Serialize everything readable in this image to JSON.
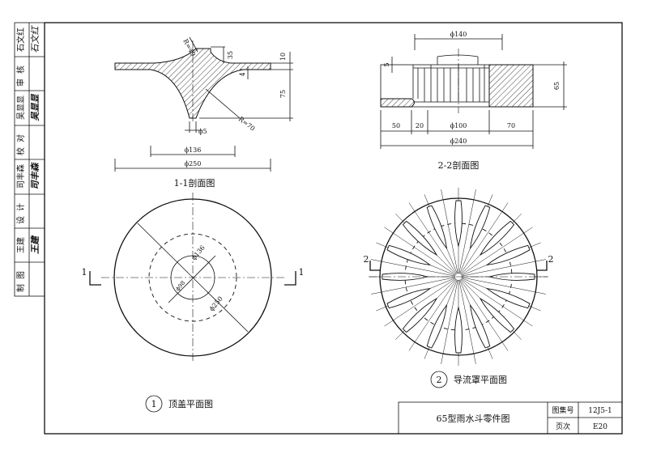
{
  "sidebar": {
    "cells": [
      {
        "role": "校对",
        "name": "石文红",
        "sig": "石文红"
      },
      {
        "role": "审核",
        "name": "",
        "sig": ""
      },
      {
        "role": "",
        "name": "吴显显",
        "sig": "吴显显"
      },
      {
        "role": "校对",
        "name": "",
        "sig": ""
      },
      {
        "role": "",
        "name": "司丰森",
        "sig": "司丰森"
      },
      {
        "role": "设计",
        "name": "",
        "sig": ""
      },
      {
        "role": "",
        "name": "王建",
        "sig": "王建"
      },
      {
        "role": "制图",
        "name": "",
        "sig": ""
      }
    ]
  },
  "views": {
    "section11": {
      "title": "1-1剖面图",
      "dims": {
        "r49": "R=49",
        "h35": "35",
        "h4": "4",
        "h10": "10",
        "h75": "75",
        "r70": "R=70",
        "d5": "ϕ5",
        "d136": "ϕ136",
        "d250": "ϕ250"
      }
    },
    "section22": {
      "title": "2-2剖面图",
      "dims": {
        "d140": "ϕ140",
        "h5": "5",
        "h65": "65",
        "w50": "50",
        "w20": "20",
        "d100": "ϕ100",
        "w70": "70",
        "d240": "ϕ240"
      }
    },
    "plan1": {
      "num": "1",
      "title": "顶盖平面图",
      "cut": "1",
      "dims": {
        "d136": "ϕ136",
        "d250": "ϕ250",
        "d98": "ϕ98"
      }
    },
    "plan2": {
      "num": "2",
      "title": "导流罩平面图",
      "cut": "2"
    }
  },
  "titleblock": {
    "title": "65型雨水斗零件图",
    "atlas_label": "图集号",
    "atlas_value": "12J5-1",
    "page_label": "页次",
    "page_value": "E20"
  }
}
